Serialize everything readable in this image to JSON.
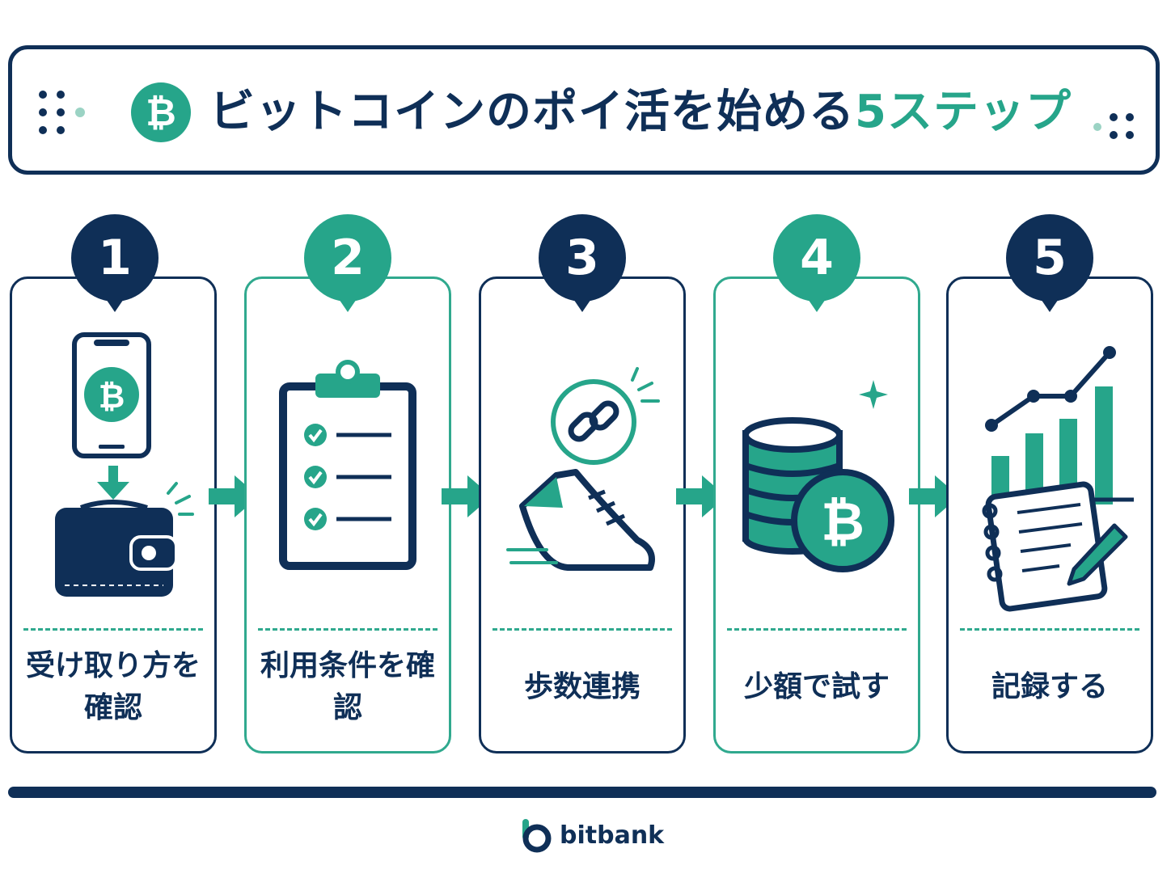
{
  "title": {
    "main": "ビットコインのポイ活を始める",
    "accent": "5ステップ"
  },
  "steps": [
    {
      "number": "1",
      "label": "受け取り方を確認",
      "icon": "phone-wallet-icon"
    },
    {
      "number": "2",
      "label": "利用条件を確認",
      "icon": "clipboard-checklist-icon"
    },
    {
      "number": "3",
      "label": "歩数連携",
      "icon": "shoe-link-icon"
    },
    {
      "number": "4",
      "label": "少額で試す",
      "icon": "coin-stack-icon"
    },
    {
      "number": "5",
      "label": "記録する",
      "icon": "chart-notebook-icon"
    }
  ],
  "brand": {
    "name": "bitbank"
  },
  "colors": {
    "navy": "#0f2f57",
    "teal": "#26a58a",
    "light_teal": "#9bd3c4"
  }
}
